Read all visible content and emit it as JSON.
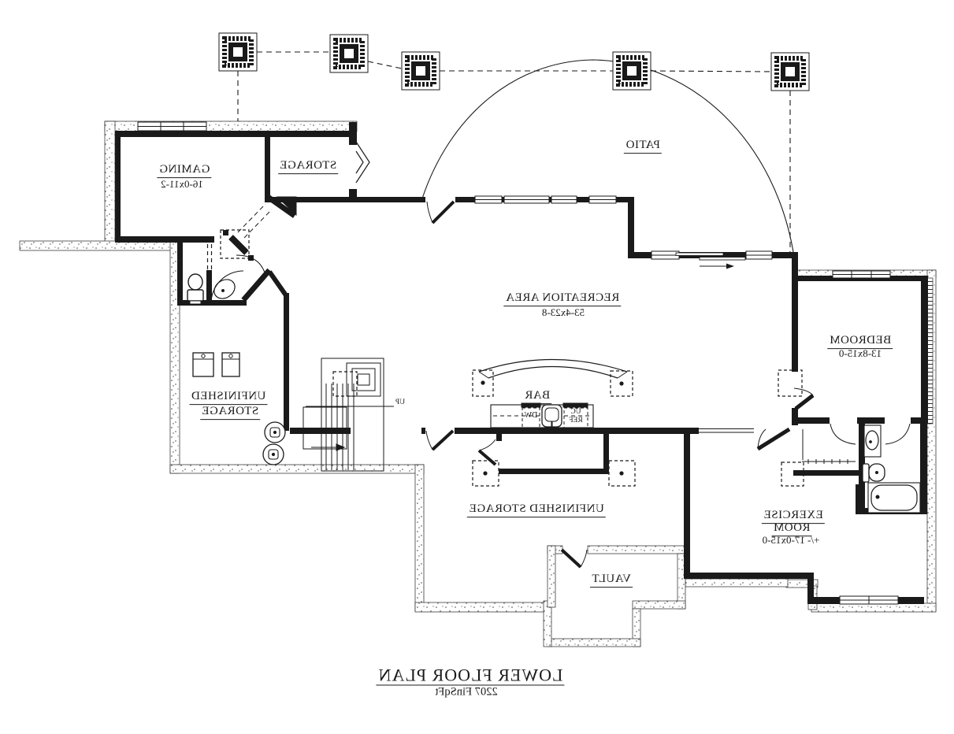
{
  "plan": {
    "title": "LOWER FLOOR PLAN",
    "subtitle": "2207 FinSqFt"
  },
  "rooms": {
    "gaming": {
      "name": "GAMING",
      "dims": "16-0x11-2"
    },
    "storage": {
      "name": "STORAGE"
    },
    "patio": {
      "name": "PATIO"
    },
    "recreation": {
      "name": "RECREATION AREA",
      "dims": "53-4x23-8"
    },
    "bedroom": {
      "name": "BEDROOM",
      "dims": "13-8x15-0"
    },
    "unfinished_storage_left": {
      "line1": "UNFINISHED",
      "line2": "STORAGE"
    },
    "unfinished_storage_bottom": {
      "name": "UNFINISHED STORAGE"
    },
    "exercise": {
      "line1": "EXERCISE",
      "line2": "ROOM",
      "dims": "+/- 17-0x15-0"
    },
    "vault": {
      "name": "VAULT"
    },
    "bar": {
      "name": "BAR"
    }
  },
  "fixtures": {
    "dishwasher": "DW",
    "uc_ref_line1": "UC",
    "uc_ref_line2": "REF",
    "stairs_up": "UP"
  },
  "colors": {
    "ink": "#1a1a1a",
    "background": "#ffffff"
  }
}
